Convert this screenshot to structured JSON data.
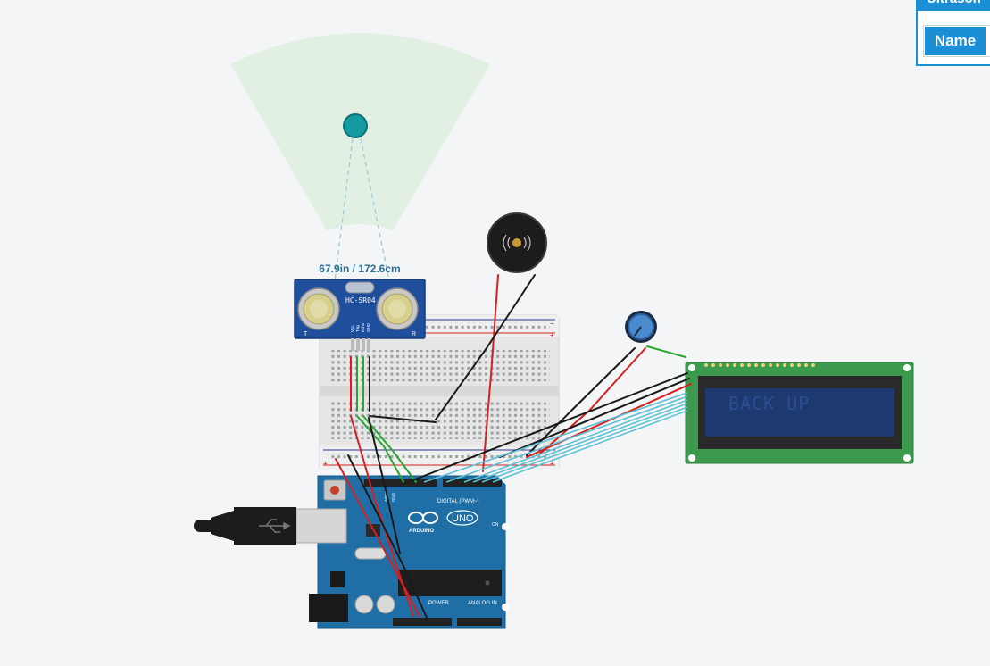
{
  "sensor": {
    "distance_readout": "67.9in / 172.6cm",
    "model_label": "HC-SR04",
    "pin_labels": [
      "Vcc",
      "Trig",
      "Echo",
      "GND"
    ],
    "corner_labels": [
      "T",
      "R"
    ]
  },
  "lcd": {
    "display_text": "BACK UP"
  },
  "arduino": {
    "brand_label": "ARDUINO",
    "model_label": "UNO",
    "digital_label": "DIGITAL (PWM~)",
    "power_label": "POWER",
    "analog_label": "ANALOG IN",
    "on_label": "ON",
    "aref_label": "AREF",
    "gnd_label": "GND"
  },
  "properties_panel": {
    "title": "Ultrason",
    "name_label": "Name",
    "name_value": ""
  },
  "colors": {
    "background": "#f3f5f6",
    "arduino_blue": "#1f6fa6",
    "lcd_green": "#3c9a4e",
    "lcd_screen": "#1d3a70",
    "panel_blue": "#1a8fd6",
    "sensor_cone": "#e2f0e3"
  },
  "icons": {
    "usb": "usb-icon",
    "buzzer": "speaker-waves-icon"
  }
}
